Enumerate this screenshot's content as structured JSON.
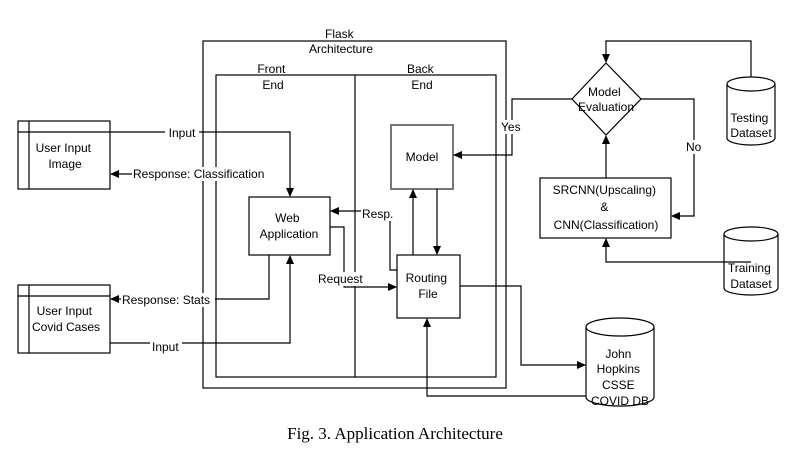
{
  "diagram": {
    "flask_title": [
      "Flask",
      "Architecture"
    ],
    "front_end": [
      "Front",
      "End"
    ],
    "back_end": [
      "Back",
      "End"
    ],
    "user_input_image": [
      "User Input",
      "Image"
    ],
    "user_input_covid": [
      "User Input",
      "Covid Cases"
    ],
    "web_application": [
      "Web",
      "Application"
    ],
    "model": "Model",
    "routing_file": [
      "Routing",
      "File"
    ],
    "model_evaluation": [
      "Model",
      "Evaluation"
    ],
    "srcnn_cnn": [
      "SRCNN(Upscaling)",
      "&",
      "CNN(Classification)"
    ],
    "testing_dataset": [
      "Testing",
      "Dataset"
    ],
    "training_dataset": [
      "Training",
      "Dataset"
    ],
    "covid_db": [
      "John",
      "Hopkins",
      "CSSE",
      "COVID DB"
    ],
    "edge_labels": {
      "input_top": "Input",
      "response_classification": "Response: Classification",
      "response_stats": "Response: Stats",
      "input_bottom": "Input",
      "request": "Request",
      "resp": "Resp.",
      "yes": "Yes",
      "no": "No"
    }
  },
  "caption": "Fig. 3. Application Architecture"
}
